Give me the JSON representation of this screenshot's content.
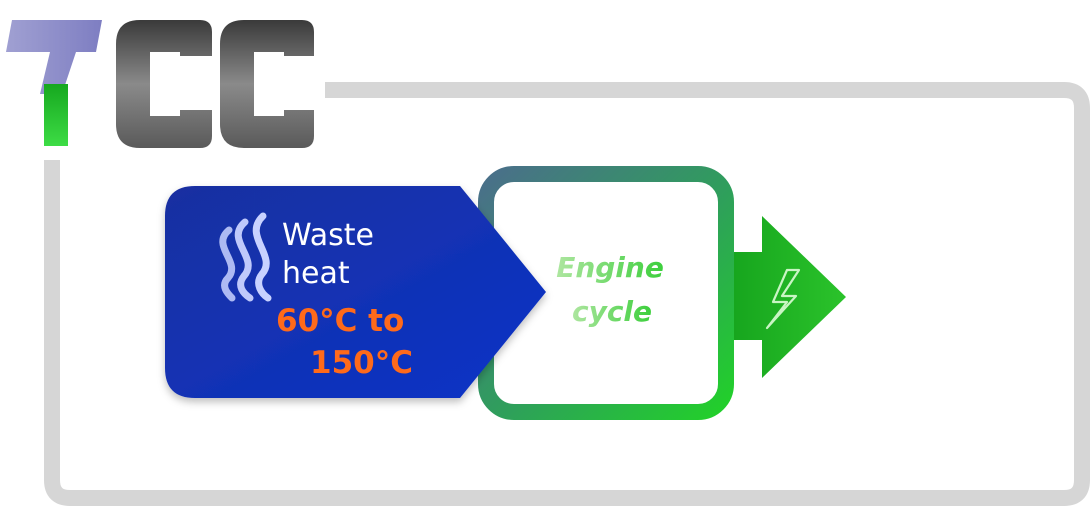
{
  "logo": {
    "letters": [
      "T",
      "C",
      "C"
    ]
  },
  "waste_heat": {
    "label_line1": "Waste",
    "label_line2": "heat",
    "temp_line1": "60°C to",
    "temp_line2": "150°C",
    "icon": "heat-waves-icon"
  },
  "engine": {
    "label_line1": "Engine",
    "label_line2": "cycle"
  },
  "output": {
    "icon": "lightning-bolt-icon"
  },
  "colors": {
    "logo_t_top": "#8f8fc8",
    "logo_t_stem": "#22c22e",
    "logo_c": "#6a6a6a",
    "frame": "#d4d4d4",
    "waste_box": "#0f2fa8",
    "temp_text": "#ff6a1a",
    "engine_border_start": "#4a7b8a",
    "engine_border_end": "#2fd02f",
    "output_arrow": "#1fb51f"
  }
}
